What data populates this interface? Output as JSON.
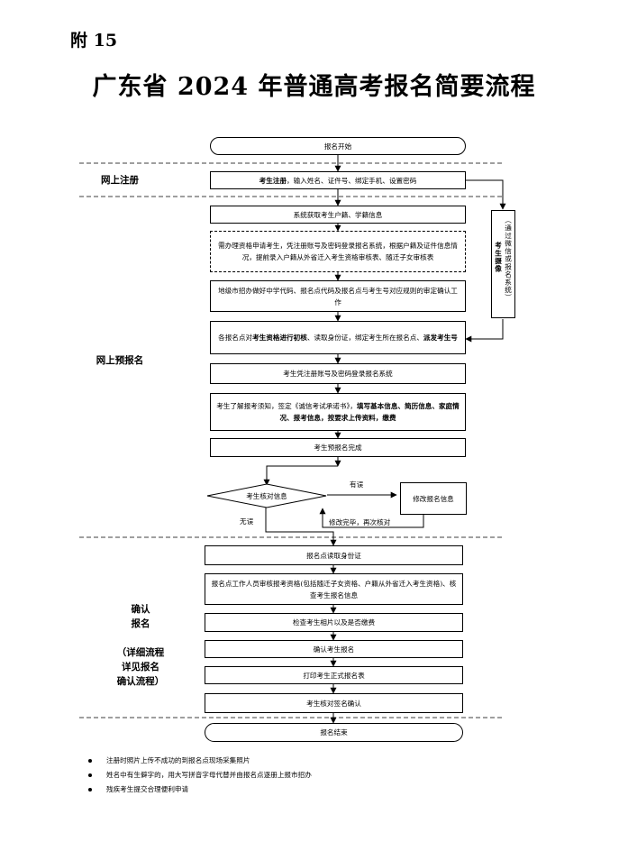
{
  "header": {
    "appendix": "附 15",
    "title": "广东省 2024 年普通高考报名简要流程"
  },
  "sections": {
    "online_register": "网上注册",
    "online_prereg": "网上预报名",
    "confirm": "确认\n报名\n\n（详细流程\n详见报名\n确认流程）"
  },
  "steps": {
    "start": "报名开始",
    "s1": {
      "bold": "考生注册",
      "rest": "，输入姓名、证件号、绑定手机、设置密码"
    },
    "s2": "系统获取考生户籍、学籍信息",
    "s3": "需办理资格申请考生，凭注册账号及密码登录报名系统，根据户籍及证件信息情况，提前录入户籍从外省迁入考生资格审核表、随迁子女审核表",
    "s4": "地级市招办做好中学代码、报名点代码及报名点与考生号对应规则的审定确认工作",
    "s5": {
      "p1": "各报名点对",
      "b1": "考生资格进行初核",
      "p2": "、读取身份证，绑定考生所在报名点、",
      "b2": "派发考生号"
    },
    "s6": "考生凭注册账号及密码登录报名系统",
    "s7": {
      "p1": "考生了解报考须知，签定《诚信考试承诺书》，",
      "b1": "填写基本信息、简历信息、家庭情况、报考信息，按要求上传资料，缴费"
    },
    "s8": "考生预报名完成",
    "decision": "考生核对信息",
    "modify": "修改报名信息",
    "c1": "报名点读取身份证",
    "c2": "报名点工作人员审核报考资格(包括随迁子女资格、户籍从外省迁入考生资格)、核查考生报名信息",
    "c3": "检查考生相片以及是否缴费",
    "c4": "确认考生报名",
    "c5": "打印考生正式报名表",
    "c6": "考生核对签名确认",
    "end": "报名结束"
  },
  "side_box": {
    "paren_text": "（通过微信或报名系统）",
    "bold_text": "考生摄像"
  },
  "edge_labels": {
    "has_error": "有误",
    "no_error": "无误",
    "back": "修改完毕，再次核对"
  },
  "notes": [
    "注册时照片上传不成功的到报名点现场采集照片",
    "姓名中有生僻字的，用大写拼音字母代替并由报名点逐册上报市招办",
    "残疾考生提交合理便利申请"
  ]
}
